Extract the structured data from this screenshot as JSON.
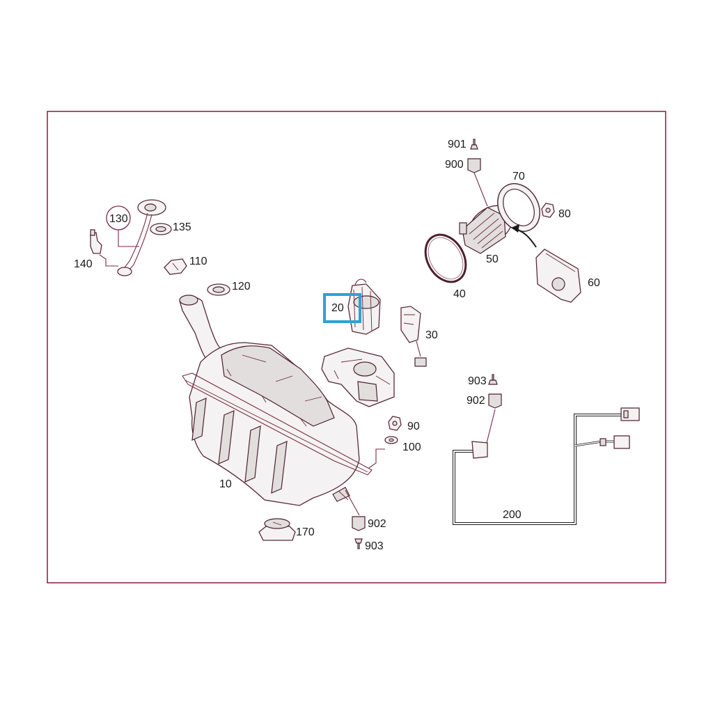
{
  "diagram": {
    "highlight_color": "#2ea0d6",
    "frame_color": "#8a1a38",
    "line_color": "#7a2a42",
    "highlighted_part": "20",
    "labels": {
      "p901": "901",
      "p900": "900",
      "p70": "70",
      "p80": "80",
      "p50": "50",
      "p40": "40",
      "p60": "60",
      "p130": "130",
      "p135": "135",
      "p140": "140",
      "p110": "110",
      "p120": "120",
      "p20": "20",
      "p30": "30",
      "p10": "10",
      "p90": "90",
      "p100": "100",
      "p903a": "903",
      "p902a": "902",
      "p200": "200",
      "p902b": "902",
      "p903b": "903",
      "p170": "170"
    }
  }
}
